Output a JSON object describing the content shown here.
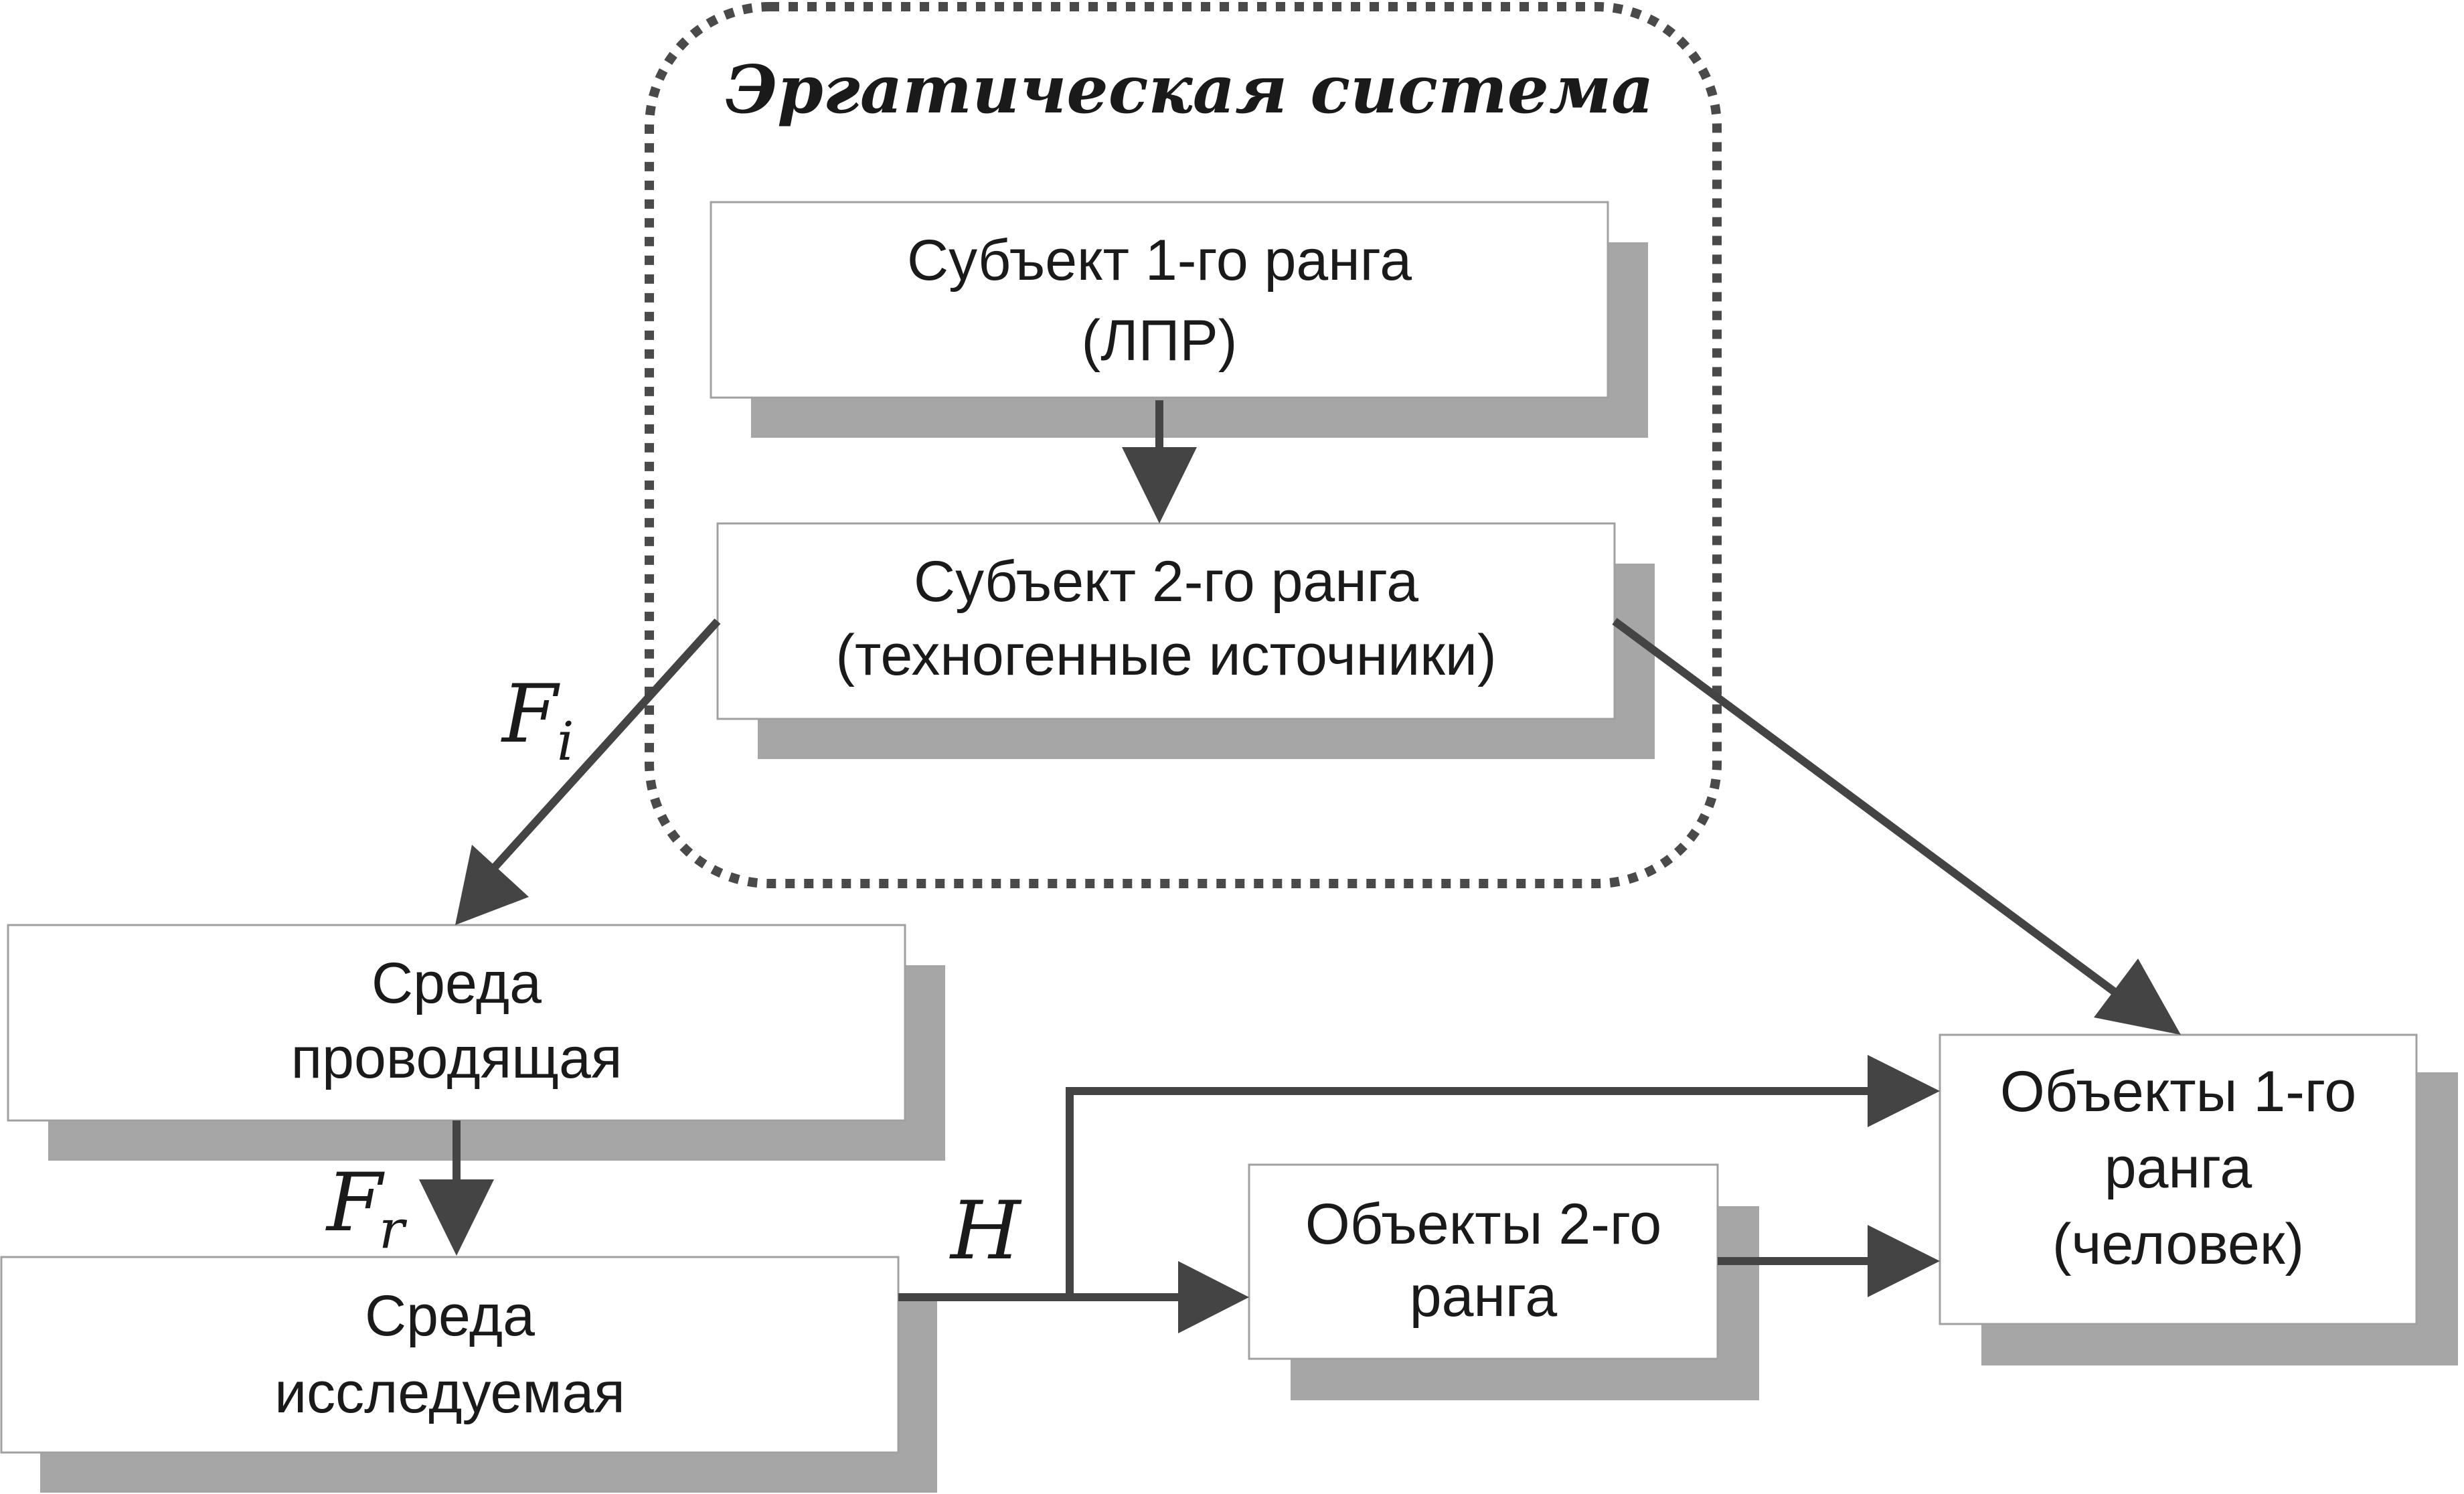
{
  "ergatic_system": {
    "title": "Эргатическая система"
  },
  "nodes": {
    "subject1": {
      "line1": "Субъект 1-го ранга",
      "line2": "(ЛПР)"
    },
    "subject2": {
      "line1": "Субъект 2-го ранга",
      "line2": "(техногенные источники)"
    },
    "medium_conducting": {
      "line1": "Среда",
      "line2": "проводящая"
    },
    "medium_studied": {
      "line1": "Среда",
      "line2": "исследуемая"
    },
    "objects2": {
      "line1": "Объекты 2-го",
      "line2": "ранга"
    },
    "objects1": {
      "line1": "Объекты 1-го",
      "line2": "ранга",
      "line3": "(человек)"
    }
  },
  "flows": {
    "fi": {
      "symbol": "F",
      "subscript": "i"
    },
    "fr": {
      "symbol": "F",
      "subscript": "r"
    },
    "h": {
      "symbol": "H"
    }
  },
  "colors": {
    "shadow": "#a6a6a6",
    "arrow": "#444444",
    "frame": "#4a4a4a",
    "box_border": "#a0a0a0",
    "text": "#1a1a1a"
  }
}
